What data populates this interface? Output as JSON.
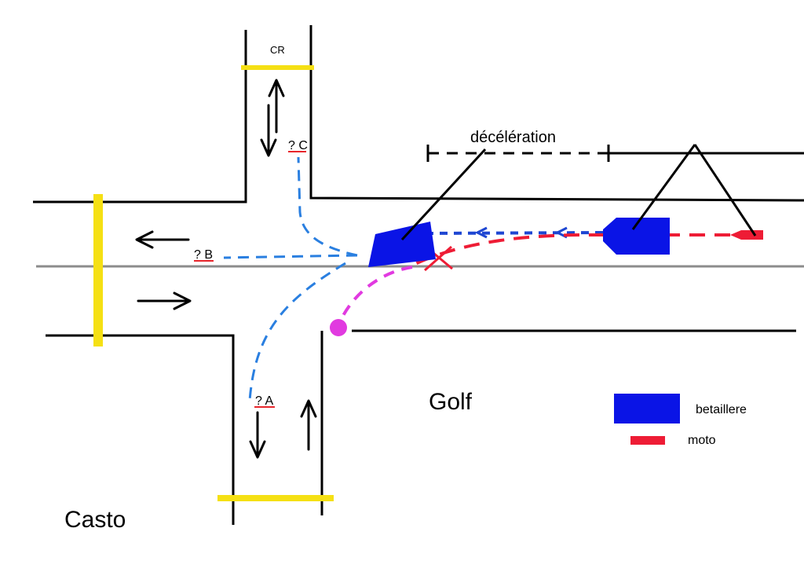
{
  "labels": {
    "cr": "CR",
    "q_c": "? C",
    "q_b": "? B",
    "q_a": "? A",
    "deceleration": "décélération",
    "golf": "Golf",
    "casto": "Casto"
  },
  "legend": {
    "truck_label": "betaillere",
    "moto_label": "moto"
  },
  "colors": {
    "road": "#000000",
    "center_line": "#8c8c8c",
    "stop_line": "#f5e014",
    "truck": "#0a14e6",
    "truck_path": "#1e46d2",
    "turn_path": "#2a7fe0",
    "moto": "#ee1c35",
    "impact_path": "#e13ae0",
    "underline": "#e8262c"
  }
}
